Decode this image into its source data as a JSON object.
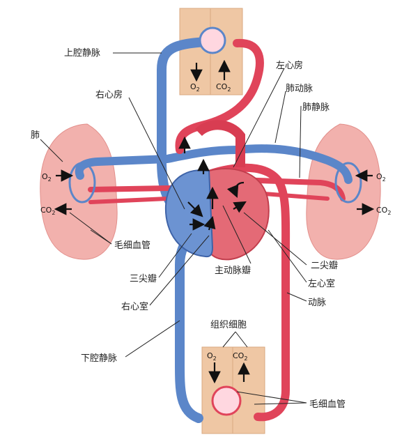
{
  "labels": {
    "superior_vena_cava": "上腔静脉",
    "right_atrium": "右心房",
    "lung": "肺",
    "capillary_left": "毛细血管",
    "tricuspid_valve": "三尖瓣",
    "right_ventricle": "右心室",
    "inferior_vena_cava": "下腔静脉",
    "left_atrium": "左心房",
    "pulmonary_artery": "肺动脉",
    "pulmonary_vein": "肺静脉",
    "aortic_valve": "主动脉瓣",
    "mitral_valve": "二尖瓣",
    "left_ventricle": "左心室",
    "artery": "动脉",
    "tissue_cells": "组织细胞",
    "capillary_bottom": "毛细血管"
  },
  "gas": {
    "o2": "O",
    "co2": "CO",
    "sub": "2"
  },
  "colors": {
    "venous_blue": "#5b86c9",
    "arterial_red": "#e0445a",
    "lung_pink": "#f2b1ad",
    "tissue_tan": "#efc7a4"
  }
}
